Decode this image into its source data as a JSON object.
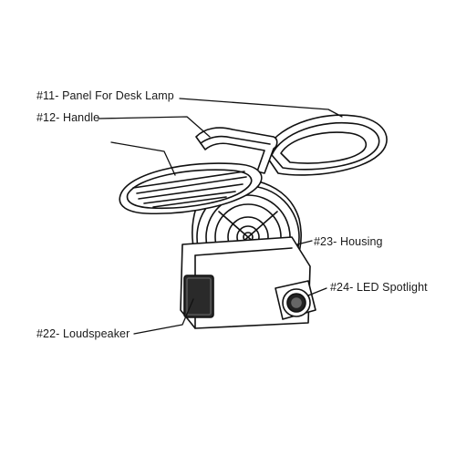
{
  "labels": {
    "panel": "#11- Panel For Desk Lamp",
    "handle": "#12- Handle",
    "housing": "#23- Housing",
    "spotlight": "#24- LED Spotlight",
    "loudspeaker": "#22- Loudspeaker"
  },
  "colors": {
    "line": "#111111",
    "paper": "#ffffff",
    "shade": "#2a2a2a"
  }
}
